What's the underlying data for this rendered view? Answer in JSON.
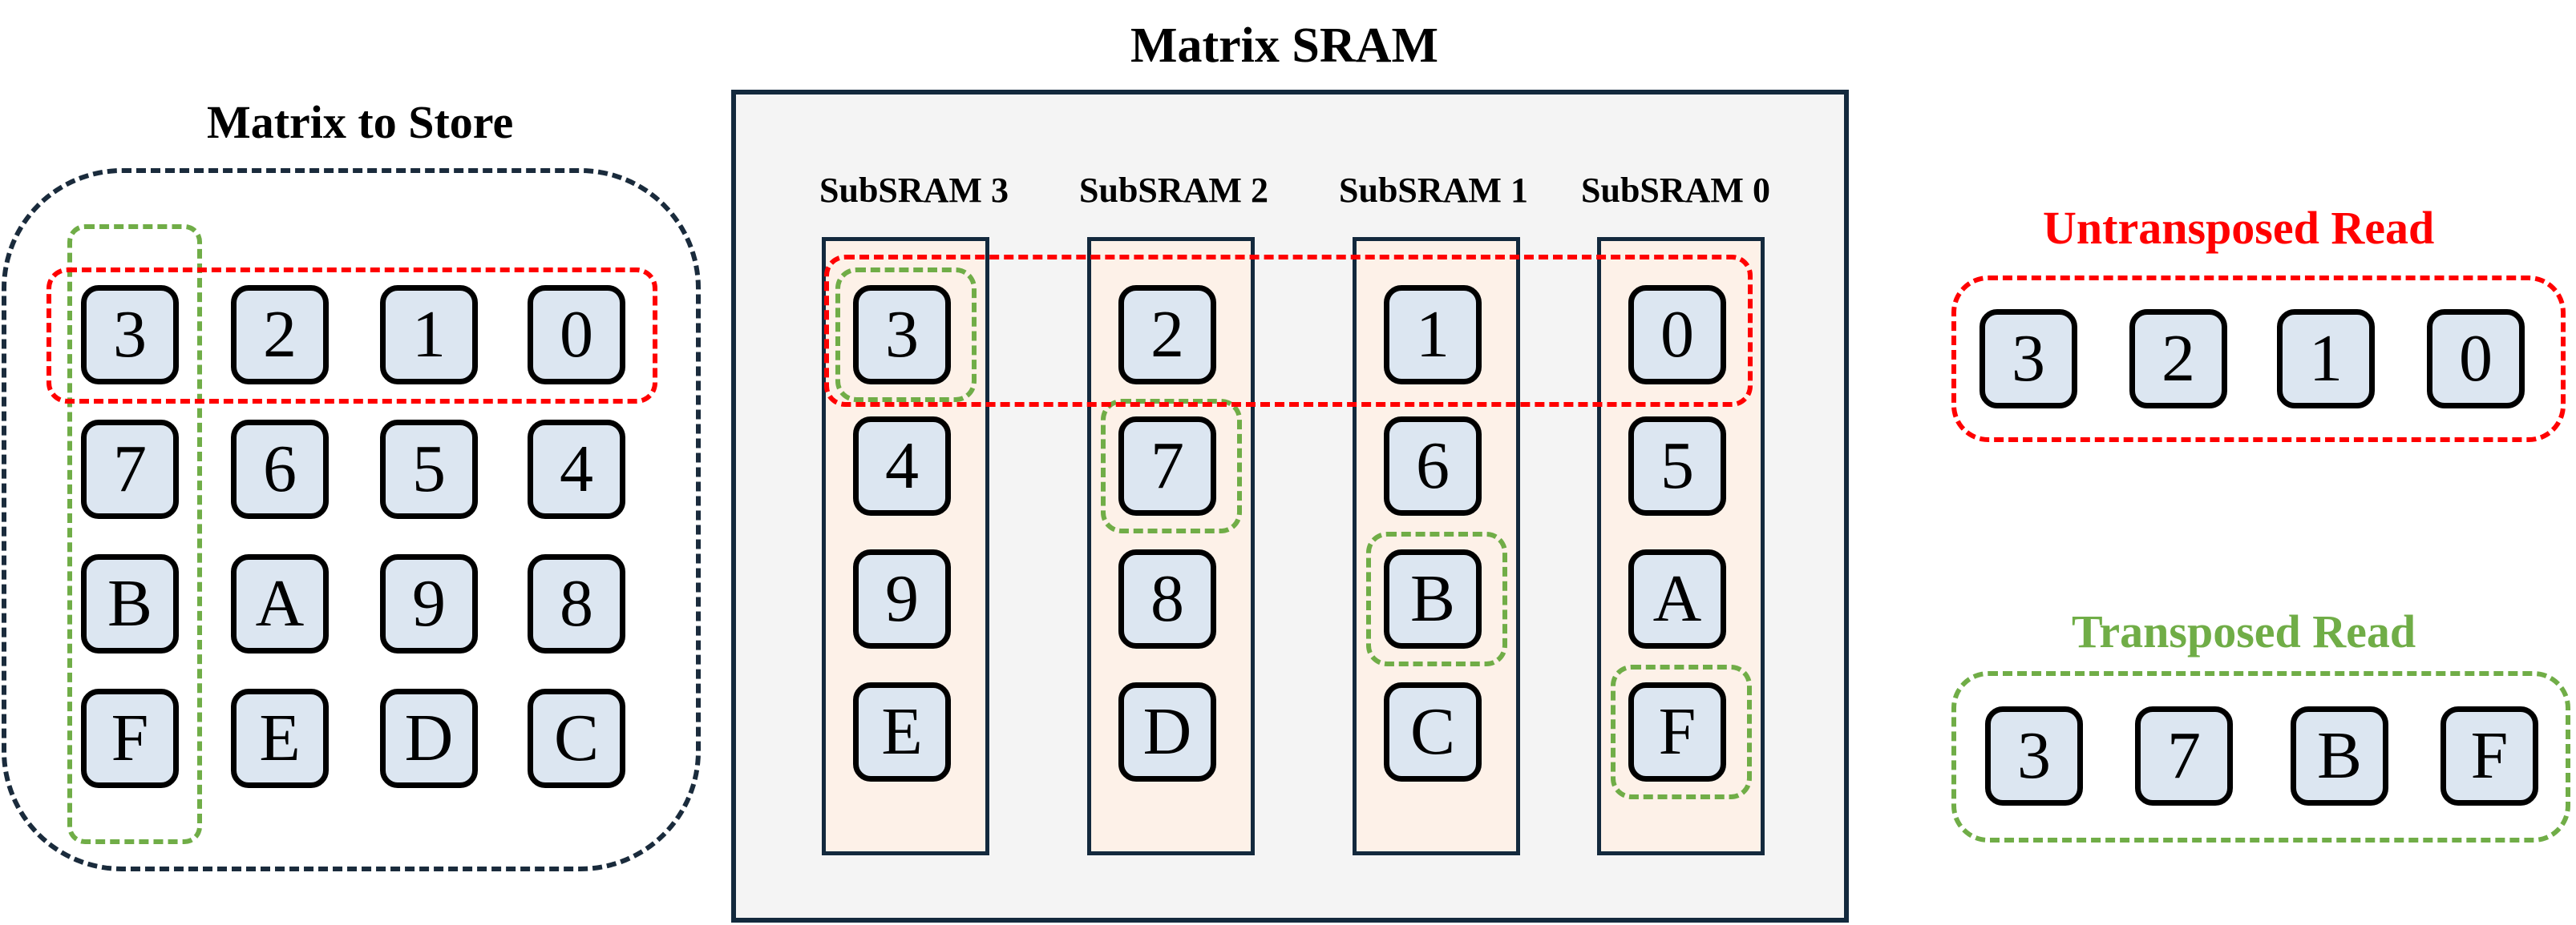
{
  "titles": {
    "matrix_to_store": "Matrix to Store",
    "matrix_sram": "Matrix SRAM",
    "untransposed_read": "Untransposed Read",
    "transposed_read": "Transposed Read"
  },
  "matrix_to_store": {
    "rows": [
      [
        "3",
        "2",
        "1",
        "0"
      ],
      [
        "7",
        "6",
        "5",
        "4"
      ],
      [
        "B",
        "A",
        "9",
        "8"
      ],
      [
        "F",
        "E",
        "D",
        "C"
      ]
    ]
  },
  "subsrams": [
    {
      "label": "SubSRAM 3",
      "cells": [
        "3",
        "4",
        "9",
        "E"
      ]
    },
    {
      "label": "SubSRAM 2",
      "cells": [
        "2",
        "7",
        "8",
        "D"
      ]
    },
    {
      "label": "SubSRAM 1",
      "cells": [
        "1",
        "6",
        "B",
        "C"
      ]
    },
    {
      "label": "SubSRAM 0",
      "cells": [
        "0",
        "5",
        "A",
        "F"
      ]
    }
  ],
  "untransposed": [
    "3",
    "2",
    "1",
    "0"
  ],
  "transposed": [
    "3",
    "7",
    "B",
    "F"
  ],
  "colors": {
    "untransposed": "#ff0000",
    "transposed": "#70ad47",
    "cell_fill": "#dce6f1",
    "sram_fill": "#f4f4f4",
    "column_fill": "#fdf1e8",
    "border": "#13293d"
  }
}
